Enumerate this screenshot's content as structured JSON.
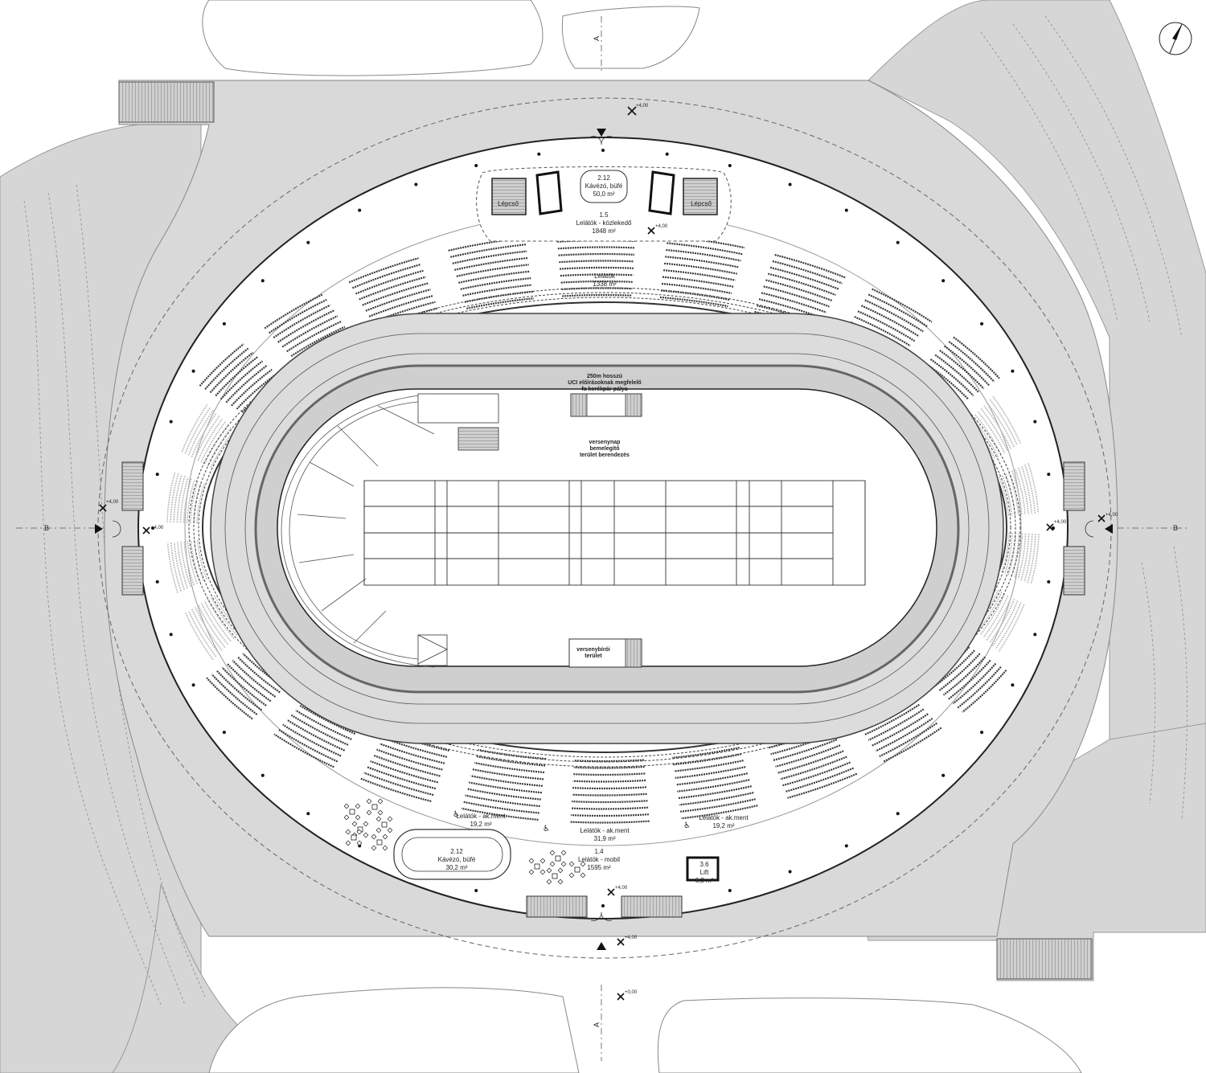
{
  "section_markers": {
    "top": "A",
    "bottom": "A",
    "left": "B",
    "right": "B"
  },
  "track": {
    "title_line1": "250m hosszú",
    "title_line2": "UCI előírásoknak megfelelő",
    "title_line3": "fa kerékpár pálya"
  },
  "infield": {
    "line1": "versenynap",
    "line2": "bemelegítő",
    "line3": "terület berendezés"
  },
  "referee": {
    "line1": "versenybírói",
    "line2": "terület"
  },
  "rooms": {
    "cafe_north": {
      "num": "2.12",
      "name": "Kávézó, büfé",
      "area": "50,0 m²"
    },
    "lobby": {
      "num": "1.5",
      "name": "Lelátók - közlekedő",
      "area": "1848 m²"
    },
    "stand_north": {
      "name": "Lelátók",
      "area": "1338 m²"
    },
    "stair_left": {
      "name": "Lépcső"
    },
    "stair_right": {
      "name": "Lépcső"
    },
    "acc_left": {
      "name": "Lelátók - ak.ment",
      "area": "19,2 m²"
    },
    "acc_mid": {
      "name": "Lelátók - ak.ment",
      "area": "31,9 m²"
    },
    "acc_right": {
      "name": "Lelátók - ak.ment",
      "area": "19,2 m²"
    },
    "cafe_south": {
      "num": "2.12",
      "name": "Kávézó, büfé",
      "area": "30,2 m²"
    },
    "stand_mobile": {
      "num": "1.4",
      "name": "Lelátók - mobil",
      "area": "1595 m²"
    },
    "lift": {
      "num": "3.6",
      "name": "Lift",
      "area": "6,3 m²"
    }
  },
  "elevations": {
    "e1": "+4,00",
    "e2": "+4,00",
    "e3": "+4,00",
    "e4": "+4,00",
    "e5": "+4,00",
    "e6": "+4,00",
    "e7": "+4,00",
    "e8": "+4,00",
    "e9": "+0,00"
  },
  "colors": {
    "ground": "#d6d6d6",
    "plaza": "#d9d9d9",
    "concourse": "#ffffff",
    "track": "#dcdcdc",
    "stand_dark": "#3a3a3a",
    "stand_light": "#bdbdbd",
    "line": "#222222"
  },
  "icons": {
    "north_arrow": "north-arrow-icon",
    "entrance": "entrance-arrow-icon",
    "accessible": "wheelchair-icon",
    "table": "cafe-table-icon"
  }
}
